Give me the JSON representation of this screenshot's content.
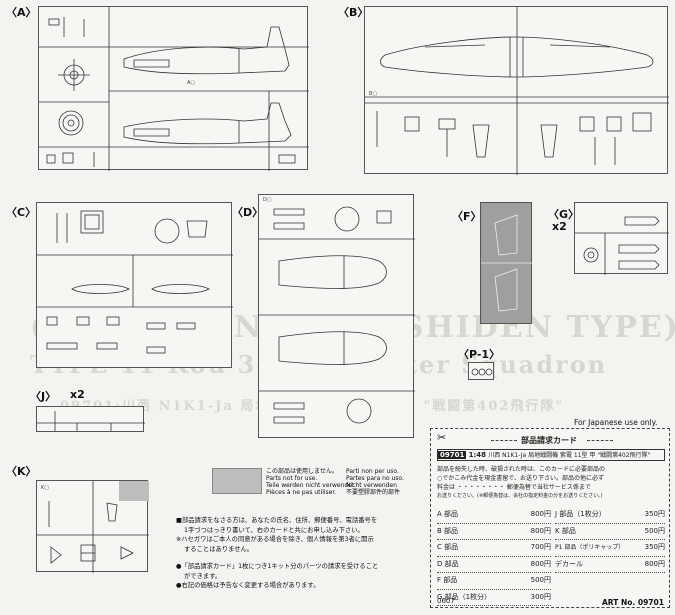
{
  "sections": {
    "A": "〈A〉",
    "B": "〈B〉",
    "C": "〈C〉",
    "D": "〈D〉",
    "F": "〈F〉",
    "G": "〈G〉",
    "G_mult": "x2",
    "P1": "〈P-1〉",
    "J": "〈J〉",
    "J_mult": "x2",
    "K": "〈K〉"
  },
  "background_text": {
    "line1": "(Kawasaki N1K1-Ja SHIDEN TYPE)",
    "line2": "TYPE 11 Kou 343rd Fighter Squadron",
    "line3": "09701:川西 N1K1-Ja 局地戦闘機 紫電 11型 甲 \"戦闘第402飛行隊\""
  },
  "not_for_use": {
    "jp": "この部品は使用しません。",
    "en": "Parts not for use.",
    "de": "Teile werden nicht verwendet",
    "fr": "Pièces à ne pas utiliser.",
    "it": "Parti non per uso.",
    "es": "Partes para no uso.",
    "de2": "Nicht verwenden",
    "cn": "不要塑膠部件的部件"
  },
  "notes": {
    "n1": "■部品請求をなさる方は、あなたの氏名、住所、郵便番号、電話番号を",
    "n1b": "1字づつはっきり書いて、右のカードと共にお申し込み下さい。",
    "n2": "※ハセガワはご本人の同意がある場合を除き、個人情報を第3者に開示",
    "n2b": "することはありません。",
    "n3": "●「部品請求カード」1枚につき1キット分のパーツの請求を受けること",
    "n3b": "ができます。",
    "n4": "●右記の価格は予告なく変更する場合があります。"
  },
  "order_card": {
    "japanese_only": "For Japanese use only.",
    "title": "部品請求カード",
    "kit_code": "09701",
    "scale": "1:48",
    "kit_name": "川西 N1K1-Ja 局地戦闘機 紫電 11型 甲 \"戦闘第402飛行隊\"",
    "intro1": "部品を紛失した時、破損された時は、このカードに必要部品の",
    "intro2": "○でかこみ代金を現金書留で、お送り下さい。部品の他に必ず",
    "intro3": "料金は ・・・・・・・・ 郵便為替で当社サービス係まで",
    "intro4": "お送りください。(※郵便為替は、会社の指定料金の分をお送りください。)",
    "left_items": [
      {
        "part": "A 部品",
        "price": "800円"
      },
      {
        "part": "B 部品",
        "price": "800円"
      },
      {
        "part": "C 部品",
        "price": "700円"
      },
      {
        "part": "D 部品",
        "price": "800円"
      },
      {
        "part": "F 部品",
        "price": "500円"
      },
      {
        "part": "G 部品（1枚分）",
        "price": "300円"
      }
    ],
    "right_items": [
      {
        "part": "J 部品（1枚分）",
        "price": "350円"
      },
      {
        "part": "K 部品",
        "price": "500円"
      },
      {
        "part": "P1 部品（ポリキャップ）",
        "price": "350円"
      },
      {
        "part": "デカール",
        "price": "800円"
      }
    ],
    "form_no": "0607",
    "art_no": "ART No. 09701"
  },
  "colors": {
    "frame": "#555555",
    "gray_box": "#bdbdbd",
    "f_sprue": "#9f9f9f",
    "ghost": "#d8d6d0"
  }
}
